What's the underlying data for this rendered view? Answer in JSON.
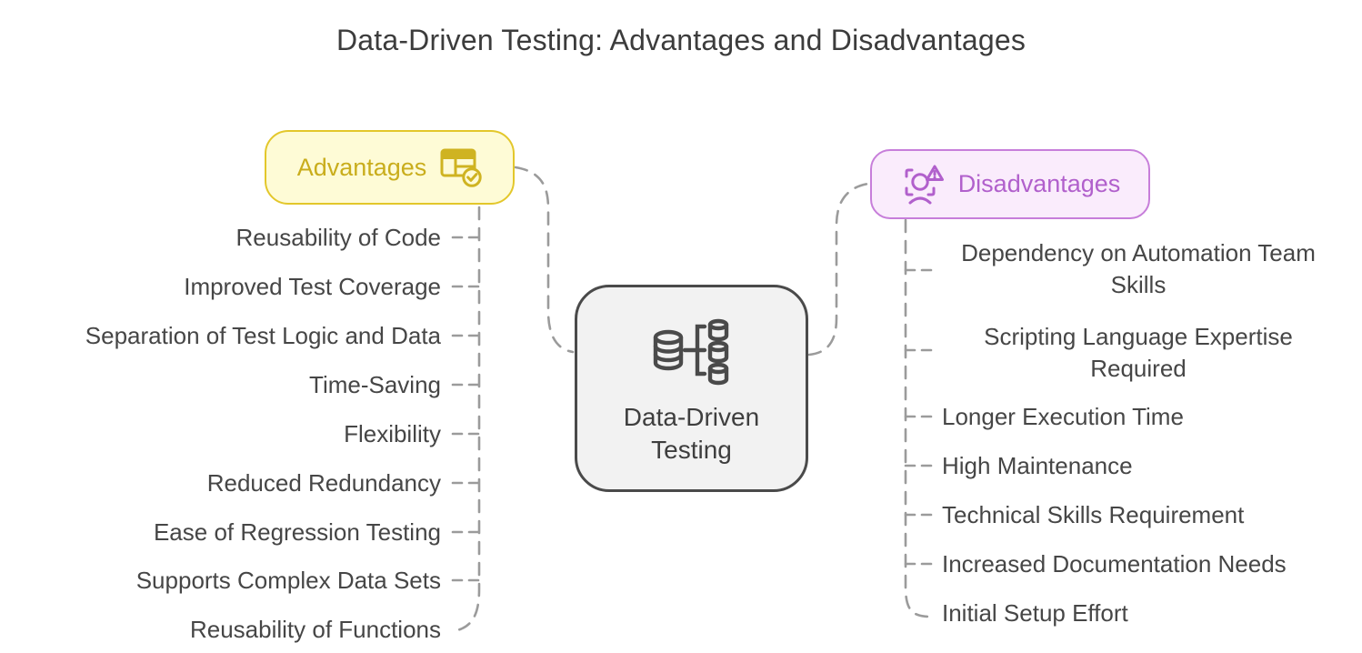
{
  "title": "Data-Driven Testing: Advantages and Disadvantages",
  "center": {
    "label": "Data-Driven Testing",
    "icon": "data-distribution-icon"
  },
  "advantages": {
    "label": "Advantages",
    "icon": "table-check-icon",
    "items": [
      "Reusability of Code",
      "Improved Test Coverage",
      "Separation of Test Logic and Data",
      "Time-Saving",
      "Flexibility",
      "Reduced Redundancy",
      "Ease of Regression Testing",
      "Supports Complex Data Sets",
      "Reusability of Functions"
    ]
  },
  "disadvantages": {
    "label": "Disadvantages",
    "icon": "face-scan-warning-icon",
    "items": [
      "Dependency on Automation Team Skills",
      "Scripting Language Expertise Required",
      "Longer Execution Time",
      "High Maintenance",
      "Technical Skills Requirement",
      "Increased Documentation Needs",
      "Initial Setup Effort"
    ]
  },
  "colors": {
    "advantages_bg": "#fefbd6",
    "advantages_border": "#e3c72b",
    "advantages_text": "#c9ad1c",
    "disadvantages_bg": "#faecfc",
    "disadvantages_border": "#c77eda",
    "disadvantages_text": "#b160cc",
    "center_bg": "#f2f2f2",
    "center_border": "#4a4a4a",
    "connector": "#9b9b9b",
    "text": "#464646"
  }
}
